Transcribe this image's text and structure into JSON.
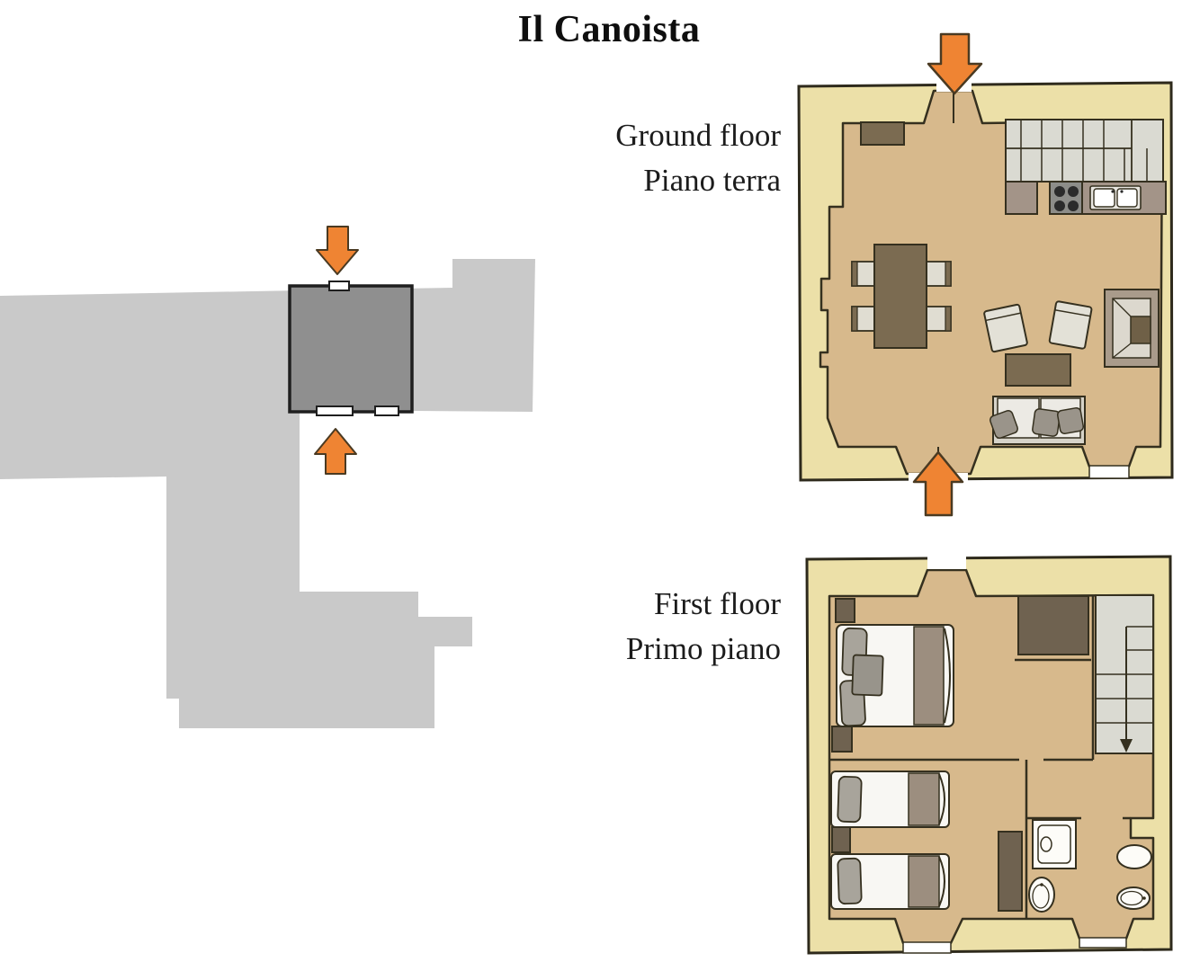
{
  "title": "Il Canoista",
  "floors": [
    {
      "name_en": "Ground floor",
      "name_it": "Piano terra"
    },
    {
      "name_en": "First floor",
      "name_it": "Primo piano"
    }
  ],
  "icons": {
    "entrance_arrow_down": "orange arrow pointing down at main entrances",
    "entrance_arrow_up": "orange arrow pointing up at rear entrances",
    "stairs_direction_arrow": "dark arrow on staircase pointing down"
  },
  "colors": {
    "accent_orange": "#EF8433",
    "site_gray": "#C9C9C9",
    "unit_dark_gray": "#8F8F8F",
    "wall_cream": "#ECE0A8",
    "floor_tan": "#D7B98C",
    "furniture_brown": "#7B6B51",
    "dark_brown": "#6F6250",
    "stair_gray": "#DADAD2",
    "counter_gray": "#A39488",
    "fixture_white": "#FDFCF8",
    "outline_dark": "#35301F"
  }
}
